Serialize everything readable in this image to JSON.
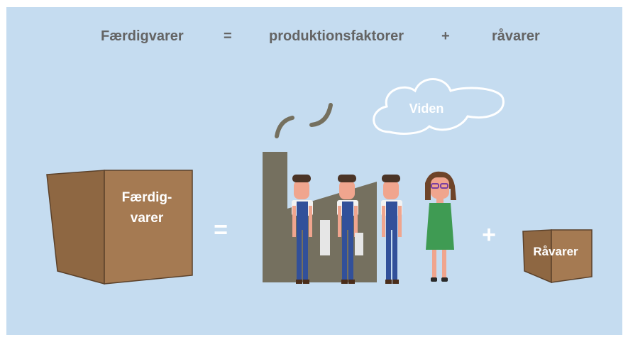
{
  "equation": {
    "left": "Færdigvarer",
    "equals": "=",
    "middle": "produktionsfaktorer",
    "plus": "+",
    "right": "råvarer"
  },
  "illustration": {
    "big_box_line1": "Færdig-",
    "big_box_line2": "varer",
    "equals_sign": "=",
    "plus_sign": "+",
    "cloud_label": "Viden",
    "small_box_label": "Råvarer"
  },
  "colors": {
    "background": "#c5dcf0",
    "text": "#646464",
    "box": "#a57a52",
    "box_dark": "#8e6742",
    "factory": "#75705f",
    "overalls": "#32509a",
    "dress": "#3f9b53",
    "skin": "#f0a58e",
    "hair": "#4b3426"
  }
}
